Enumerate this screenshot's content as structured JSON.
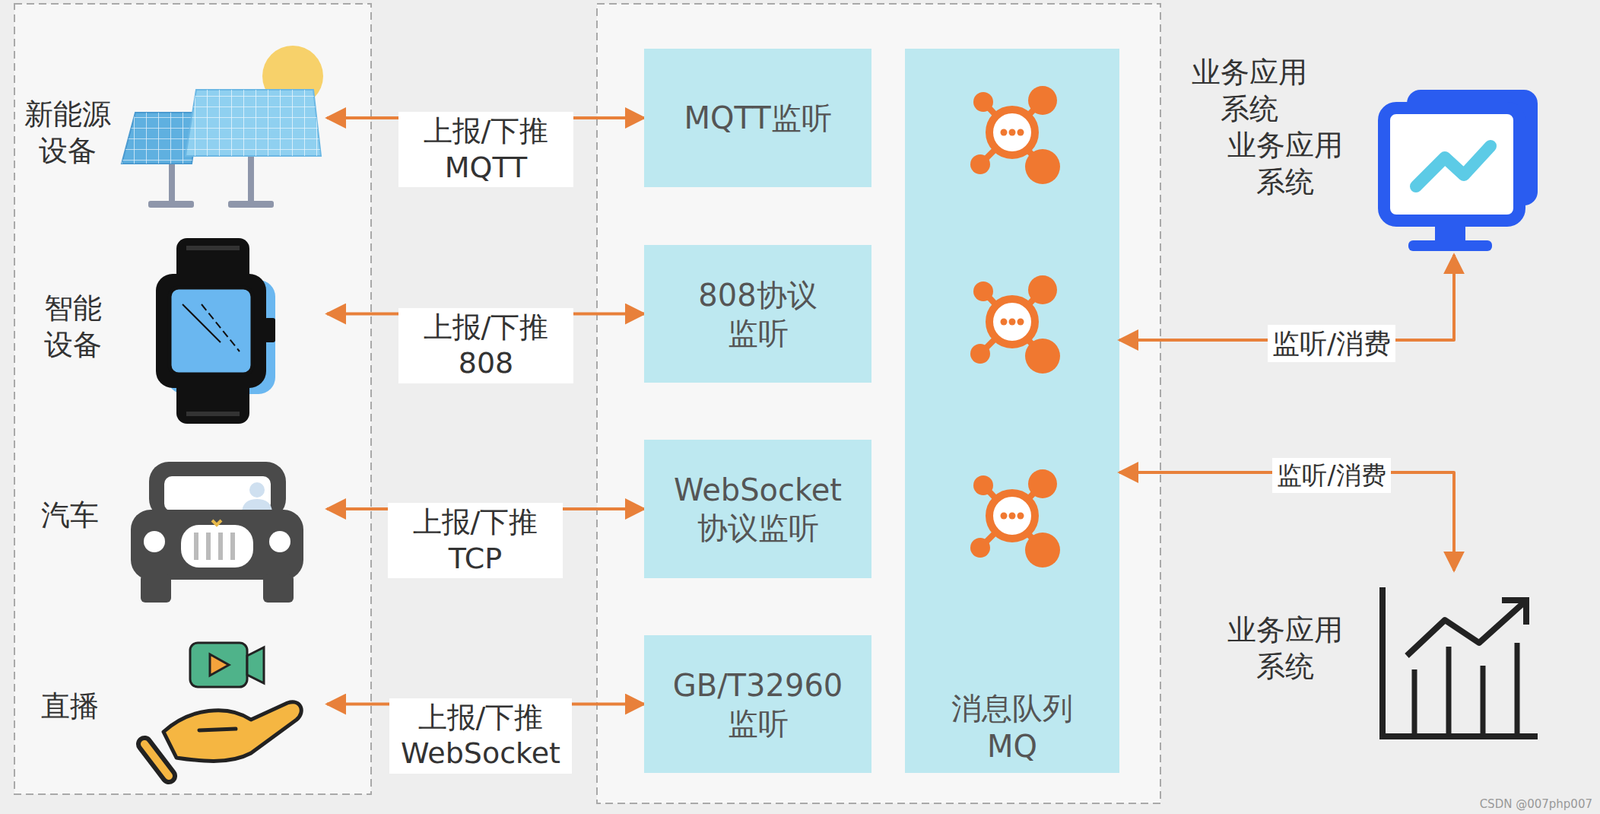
{
  "diagram": {
    "nodes": [
      {
        "text": [
          "新能源 设备"
        ]
      },
      {
        "text": [
          "智能 设备"
        ]
      },
      {
        "text": [
          "汽车"
        ]
      },
      {
        "text": [
          "直播"
        ]
      },
      {
        "text": [
          "MQTT监听"
        ]
      },
      {
        "text": [
          "808协议 监听"
        ]
      },
      {
        "text": [
          "WebSocket 协议监听"
        ]
      },
      {
        "text": [
          "GB/T32960 监听"
        ]
      },
      {
        "text": [
          "消息队列 MQ"
        ]
      },
      {
        "text": [
          "业务应用 系统",
          "业务应用 系统"
        ]
      },
      {
        "text": [
          "业务应用 系统"
        ]
      }
    ],
    "edges": [
      {
        "from": 0,
        "to": 4,
        "label": "上报/下推 MQTT",
        "arrow": "both"
      },
      {
        "from": 1,
        "to": 5,
        "label": "上报/下推 808",
        "arrow": "both"
      },
      {
        "from": 2,
        "to": 6,
        "label": "上报/下推 TCP",
        "arrow": "both"
      },
      {
        "from": 3,
        "to": 7,
        "label": "上报/下推 WebSocket",
        "arrow": "both"
      },
      {
        "from": 8,
        "to": 9,
        "label": "监听/消费",
        "arrow": "both"
      },
      {
        "from": 8,
        "to": 10,
        "label": "监听/消费",
        "arrow": "both"
      }
    ],
    "labels": [
      "CSDN @007php007"
    ]
  }
}
